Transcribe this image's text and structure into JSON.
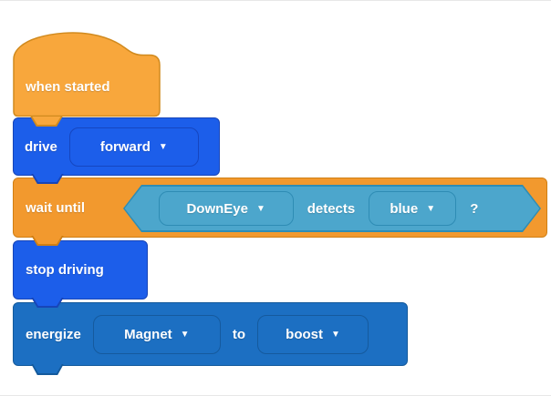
{
  "palette": {
    "hat_fill": "#f8a73c",
    "hat_stroke": "#d18a1e",
    "control_fill": "#f2992e",
    "control_stroke": "#d07f14",
    "drivetrain_fill": "#1c5eea",
    "drivetrain_stroke": "#1745b8",
    "magnet_fill": "#1c6fc2",
    "magnet_stroke": "#145a9c",
    "boolean_fill": "#4ca6cc",
    "boolean_stroke": "#2e8cb4",
    "text_color": "#ffffff"
  },
  "icons": {
    "dropdown_arrow": "▼"
  },
  "script": {
    "when_started": {
      "label": "when started"
    },
    "drive": {
      "label": "drive",
      "direction_dropdown": "forward"
    },
    "wait_until": {
      "label": "wait until",
      "condition": {
        "sensor_dropdown": "DownEye",
        "detects_label": "detects",
        "color_dropdown": "blue",
        "question_label": "?"
      }
    },
    "stop_driving": {
      "label": "stop driving"
    },
    "energize": {
      "label": "energize",
      "device_dropdown": "Magnet",
      "to_label": "to",
      "mode_dropdown": "boost"
    }
  }
}
